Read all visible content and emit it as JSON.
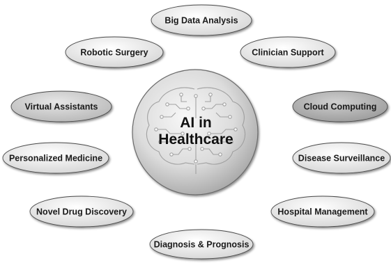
{
  "center": {
    "title_line1": "AI in",
    "title_line2": "Healthcare",
    "icon": "circuit-brain-icon"
  },
  "topics": [
    {
      "id": "big-data-analysis",
      "label": "Big Data Analysis",
      "shade": "light"
    },
    {
      "id": "robotic-surgery",
      "label": "Robotic Surgery",
      "shade": "light"
    },
    {
      "id": "clinician-support",
      "label": "Clinician Support",
      "shade": "light"
    },
    {
      "id": "virtual-assistants",
      "label": "Virtual Assistants",
      "shade": "medium"
    },
    {
      "id": "cloud-computing",
      "label": "Cloud Computing",
      "shade": "dark"
    },
    {
      "id": "personalized-medicine",
      "label": "Personalized Medicine",
      "shade": "light"
    },
    {
      "id": "disease-surveillance",
      "label": "Disease Surveillance",
      "shade": "light"
    },
    {
      "id": "novel-drug-discovery",
      "label": "Novel Drug Discovery",
      "shade": "light"
    },
    {
      "id": "hospital-management",
      "label": "Hospital Management",
      "shade": "light"
    },
    {
      "id": "diagnosis-prognosis",
      "label": "Diagnosis & Prognosis",
      "shade": "light"
    }
  ],
  "colors": {
    "oval_light": "#e9e9e9",
    "oval_medium": "#c9c9c9",
    "oval_dark": "#adadad",
    "oval_stroke": "#4a4a4a",
    "center_light": "#f7f7f7",
    "center_dark": "#a9a9a9",
    "circuit": "#9a9a9a"
  }
}
